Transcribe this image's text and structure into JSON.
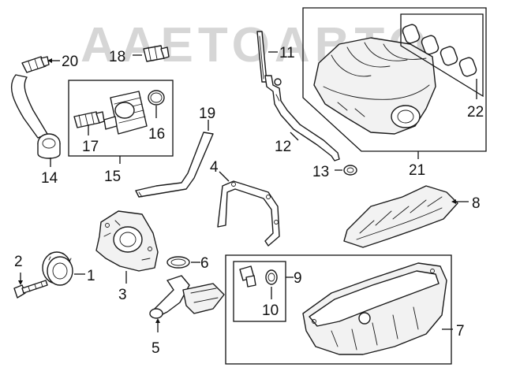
{
  "watermark": {
    "text": "AAETOABTO"
  },
  "callouts": {
    "c1": "1",
    "c2": "2",
    "c3": "3",
    "c4": "4",
    "c5": "5",
    "c6": "6",
    "c7": "7",
    "c8": "8",
    "c9": "9",
    "c10": "10",
    "c11": "11",
    "c12": "12",
    "c13": "13",
    "c14": "14",
    "c15": "15",
    "c16": "16",
    "c17": "17",
    "c18": "18",
    "c19": "19",
    "c20": "20",
    "c21": "21",
    "c22": "22"
  },
  "colors": {
    "line": "#1a1a1a",
    "watermark": "#d6d6d6",
    "background": "#ffffff"
  }
}
